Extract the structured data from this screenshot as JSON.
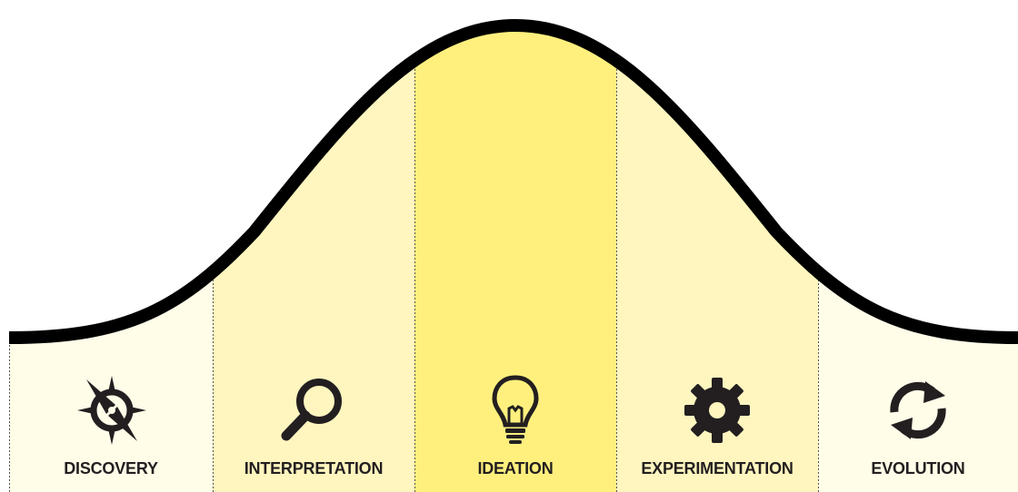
{
  "phases": [
    {
      "label": "DISCOVERY",
      "icon": "compass-icon",
      "fill": "#fffde8"
    },
    {
      "label": "INTERPRETATION",
      "icon": "magnifying-glass-icon",
      "fill": "#fff6bf"
    },
    {
      "label": "IDEATION",
      "icon": "lightbulb-icon",
      "fill": "#fff07e"
    },
    {
      "label": "EXPERIMENTATION",
      "icon": "gear-icon",
      "fill": "#fff6bf"
    },
    {
      "label": "EVOLUTION",
      "icon": "refresh-arrows-icon",
      "fill": "#fffde8"
    }
  ],
  "curve_color": "#000000",
  "icon_color": "#231f20"
}
